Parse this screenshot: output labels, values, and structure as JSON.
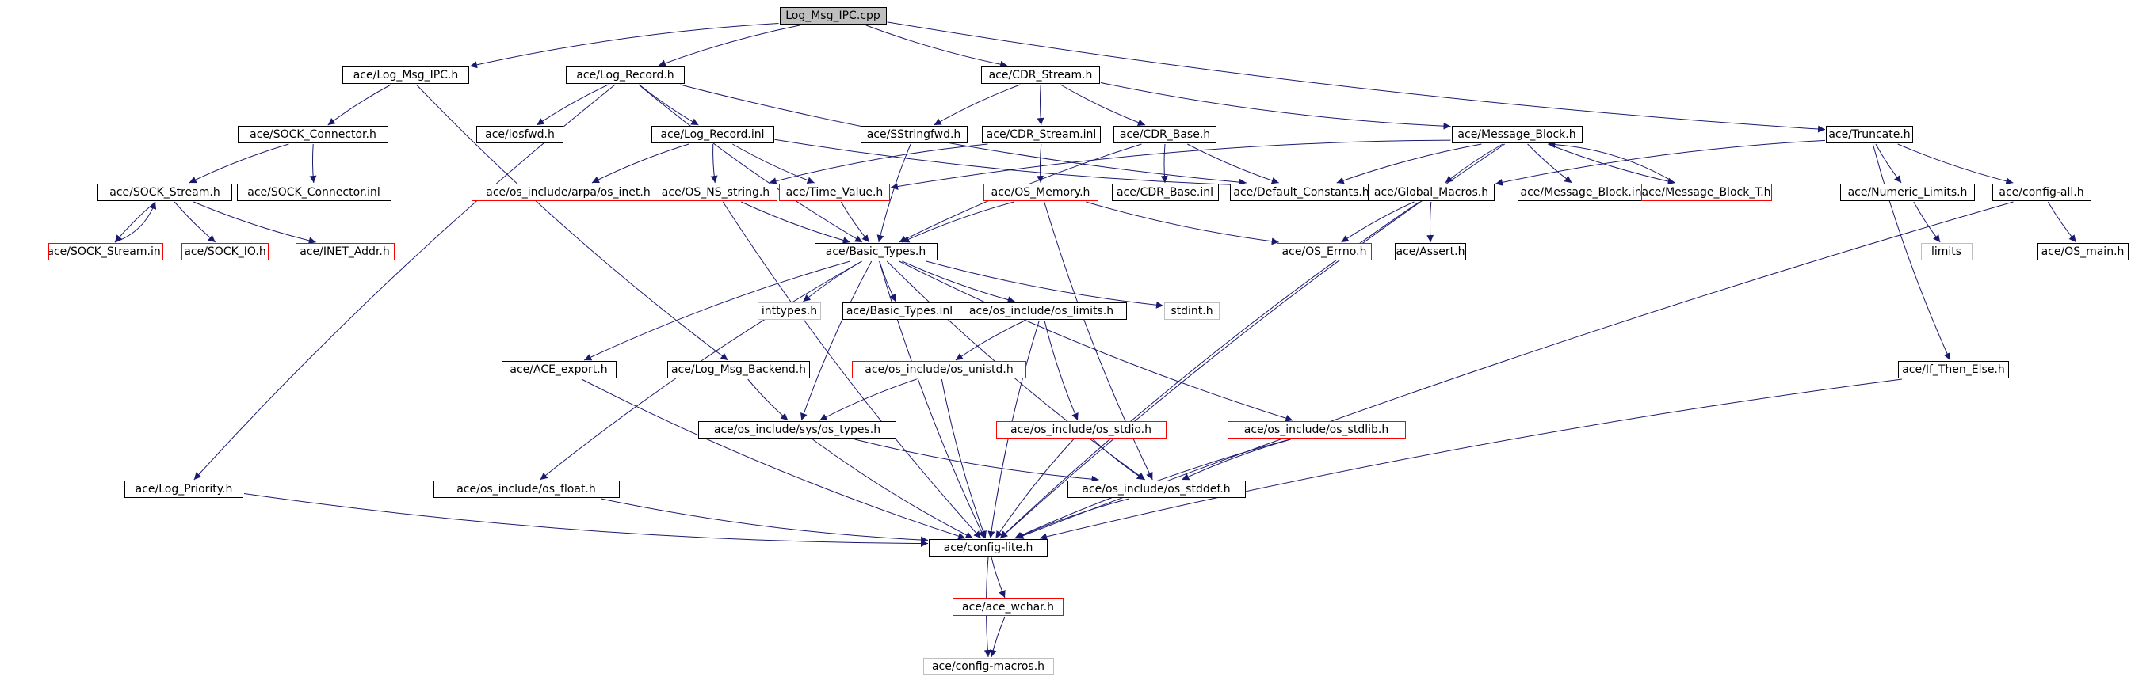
{
  "colors": {
    "edge": "#191970",
    "border_normal": "#000000",
    "border_incomplete": "#ff0000",
    "border_system": "#bfbfbf",
    "root_fill": "#bfbfbf"
  },
  "nodes": [
    {
      "id": "root",
      "label": "Log_Msg_IPC.cpp",
      "style": "root"
    },
    {
      "id": "log_msg_ipc_h",
      "label": "ace/Log_Msg_IPC.h",
      "style": "normal"
    },
    {
      "id": "log_record_h",
      "label": "ace/Log_Record.h",
      "style": "normal"
    },
    {
      "id": "cdr_stream_h",
      "label": "ace/CDR_Stream.h",
      "style": "normal"
    },
    {
      "id": "truncate_h",
      "label": "ace/Truncate.h",
      "style": "normal"
    },
    {
      "id": "sock_connector_h",
      "label": "ace/SOCK_Connector.h",
      "style": "normal"
    },
    {
      "id": "iosfwd_h",
      "label": "ace/iosfwd.h",
      "style": "normal"
    },
    {
      "id": "log_record_inl",
      "label": "ace/Log_Record.inl",
      "style": "normal"
    },
    {
      "id": "sstringfwd_h",
      "label": "ace/SStringfwd.h",
      "style": "normal"
    },
    {
      "id": "cdr_stream_inl",
      "label": "ace/CDR_Stream.inl",
      "style": "normal"
    },
    {
      "id": "cdr_base_h",
      "label": "ace/CDR_Base.h",
      "style": "normal"
    },
    {
      "id": "message_block_h",
      "label": "ace/Message_Block.h",
      "style": "normal"
    },
    {
      "id": "sock_stream_h",
      "label": "ace/SOCK_Stream.h",
      "style": "normal"
    },
    {
      "id": "sock_connector_inl",
      "label": "ace/SOCK_Connector.inl",
      "style": "normal"
    },
    {
      "id": "os_inet_h",
      "label": "ace/os_include/arpa/os_inet.h",
      "style": "incomplete"
    },
    {
      "id": "os_ns_string_h",
      "label": "ace/OS_NS_string.h",
      "style": "incomplete"
    },
    {
      "id": "time_value_h",
      "label": "ace/Time_Value.h",
      "style": "incomplete"
    },
    {
      "id": "os_memory_h",
      "label": "ace/OS_Memory.h",
      "style": "incomplete"
    },
    {
      "id": "cdr_base_inl",
      "label": "ace/CDR_Base.inl",
      "style": "normal"
    },
    {
      "id": "default_constants_h",
      "label": "ace/Default_Constants.h",
      "style": "normal"
    },
    {
      "id": "global_macros_h",
      "label": "ace/Global_Macros.h",
      "style": "normal"
    },
    {
      "id": "message_block_inl",
      "label": "ace/Message_Block.inl",
      "style": "normal"
    },
    {
      "id": "message_block_t_h",
      "label": "ace/Message_Block_T.h",
      "style": "incomplete"
    },
    {
      "id": "numeric_limits_h",
      "label": "ace/Numeric_Limits.h",
      "style": "normal"
    },
    {
      "id": "config_all_h",
      "label": "ace/config-all.h",
      "style": "normal"
    },
    {
      "id": "sock_stream_inl",
      "label": "ace/SOCK_Stream.inl",
      "style": "incomplete"
    },
    {
      "id": "sock_io_h",
      "label": "ace/SOCK_IO.h",
      "style": "incomplete"
    },
    {
      "id": "inet_addr_h",
      "label": "ace/INET_Addr.h",
      "style": "incomplete"
    },
    {
      "id": "basic_types_h",
      "label": "ace/Basic_Types.h",
      "style": "normal"
    },
    {
      "id": "os_errno_h",
      "label": "ace/OS_Errno.h",
      "style": "incomplete"
    },
    {
      "id": "assert_h",
      "label": "ace/Assert.h",
      "style": "normal"
    },
    {
      "id": "limits",
      "label": "limits",
      "style": "system"
    },
    {
      "id": "os_main_h",
      "label": "ace/OS_main.h",
      "style": "normal"
    },
    {
      "id": "inttypes_h",
      "label": "inttypes.h",
      "style": "system"
    },
    {
      "id": "basic_types_inl",
      "label": "ace/Basic_Types.inl",
      "style": "normal"
    },
    {
      "id": "os_limits_h",
      "label": "ace/os_include/os_limits.h",
      "style": "normal"
    },
    {
      "id": "stdint_h",
      "label": "stdint.h",
      "style": "system"
    },
    {
      "id": "ace_export_h",
      "label": "ace/ACE_export.h",
      "style": "normal"
    },
    {
      "id": "log_msg_backend_h",
      "label": "ace/Log_Msg_Backend.h",
      "style": "normal"
    },
    {
      "id": "os_unistd_h",
      "label": "ace/os_include/os_unistd.h",
      "style": "incomplete"
    },
    {
      "id": "if_then_else_h",
      "label": "ace/If_Then_Else.h",
      "style": "normal"
    },
    {
      "id": "os_types_h",
      "label": "ace/os_include/sys/os_types.h",
      "style": "normal"
    },
    {
      "id": "os_stdio_h",
      "label": "ace/os_include/os_stdio.h",
      "style": "incomplete"
    },
    {
      "id": "os_stdlib_h",
      "label": "ace/os_include/os_stdlib.h",
      "style": "incomplete"
    },
    {
      "id": "log_priority_h",
      "label": "ace/Log_Priority.h",
      "style": "normal"
    },
    {
      "id": "os_float_h",
      "label": "ace/os_include/os_float.h",
      "style": "normal"
    },
    {
      "id": "os_stddef_h",
      "label": "ace/os_include/os_stddef.h",
      "style": "normal"
    },
    {
      "id": "config_lite_h",
      "label": "ace/config-lite.h",
      "style": "normal"
    },
    {
      "id": "ace_wchar_h",
      "label": "ace/ace_wchar.h",
      "style": "incomplete"
    },
    {
      "id": "config_macros_h",
      "label": "ace/config-macros.h",
      "style": "system"
    }
  ],
  "edges": [
    [
      "root",
      "log_msg_ipc_h"
    ],
    [
      "root",
      "log_record_h"
    ],
    [
      "root",
      "cdr_stream_h"
    ],
    [
      "root",
      "truncate_h"
    ],
    [
      "log_msg_ipc_h",
      "sock_connector_h"
    ],
    [
      "log_msg_ipc_h",
      "log_msg_backend_h"
    ],
    [
      "log_record_h",
      "log_priority_h"
    ],
    [
      "log_record_h",
      "iosfwd_h"
    ],
    [
      "log_record_h",
      "log_record_inl"
    ],
    [
      "log_record_h",
      "basic_types_h"
    ],
    [
      "log_record_h",
      "default_constants_h"
    ],
    [
      "cdr_stream_h",
      "sstringfwd_h"
    ],
    [
      "cdr_stream_h",
      "cdr_stream_inl"
    ],
    [
      "cdr_stream_h",
      "cdr_base_h"
    ],
    [
      "cdr_stream_h",
      "message_block_h"
    ],
    [
      "truncate_h",
      "global_macros_h"
    ],
    [
      "truncate_h",
      "numeric_limits_h"
    ],
    [
      "truncate_h",
      "config_all_h"
    ],
    [
      "truncate_h",
      "if_then_else_h"
    ],
    [
      "sock_connector_h",
      "sock_stream_h"
    ],
    [
      "sock_connector_h",
      "sock_connector_inl"
    ],
    [
      "sock_stream_h",
      "sock_stream_inl"
    ],
    [
      "sock_stream_h",
      "sock_io_h"
    ],
    [
      "sock_stream_h",
      "inet_addr_h"
    ],
    [
      "sock_stream_inl",
      "sock_stream_h"
    ],
    [
      "log_record_inl",
      "os_inet_h"
    ],
    [
      "log_record_inl",
      "os_ns_string_h"
    ],
    [
      "log_record_inl",
      "time_value_h"
    ],
    [
      "log_record_inl",
      "global_macros_h"
    ],
    [
      "sstringfwd_h",
      "basic_types_h"
    ],
    [
      "cdr_stream_inl",
      "os_memory_h"
    ],
    [
      "cdr_stream_inl",
      "os_ns_string_h"
    ],
    [
      "cdr_base_h",
      "basic_types_h"
    ],
    [
      "cdr_base_h",
      "cdr_base_inl"
    ],
    [
      "cdr_base_h",
      "default_constants_h"
    ],
    [
      "message_block_h",
      "time_value_h"
    ],
    [
      "message_block_h",
      "default_constants_h"
    ],
    [
      "message_block_h",
      "global_macros_h"
    ],
    [
      "message_block_h",
      "message_block_inl"
    ],
    [
      "message_block_h",
      "message_block_t_h"
    ],
    [
      "message_block_h",
      "config_lite_h"
    ],
    [
      "message_block_t_h",
      "message_block_h"
    ],
    [
      "os_ns_string_h",
      "basic_types_h"
    ],
    [
      "os_ns_string_h",
      "config_lite_h"
    ],
    [
      "time_value_h",
      "basic_types_h"
    ],
    [
      "os_memory_h",
      "basic_types_h"
    ],
    [
      "os_memory_h",
      "os_errno_h"
    ],
    [
      "os_memory_h",
      "os_stddef_h"
    ],
    [
      "global_macros_h",
      "os_errno_h"
    ],
    [
      "global_macros_h",
      "assert_h"
    ],
    [
      "global_macros_h",
      "config_lite_h"
    ],
    [
      "numeric_limits_h",
      "limits"
    ],
    [
      "config_all_h",
      "os_main_h"
    ],
    [
      "config_all_h",
      "config_lite_h"
    ],
    [
      "basic_types_h",
      "inttypes_h"
    ],
    [
      "basic_types_h",
      "basic_types_inl"
    ],
    [
      "basic_types_h",
      "os_limits_h"
    ],
    [
      "basic_types_h",
      "stdint_h"
    ],
    [
      "basic_types_h",
      "ace_export_h"
    ],
    [
      "basic_types_h",
      "os_types_h"
    ],
    [
      "basic_types_h",
      "os_float_h"
    ],
    [
      "basic_types_h",
      "os_stddef_h"
    ],
    [
      "basic_types_h",
      "os_stdlib_h"
    ],
    [
      "basic_types_h",
      "config_lite_h"
    ],
    [
      "os_limits_h",
      "os_unistd_h"
    ],
    [
      "os_limits_h",
      "os_stdio_h"
    ],
    [
      "os_limits_h",
      "config_lite_h"
    ],
    [
      "ace_export_h",
      "config_lite_h"
    ],
    [
      "log_msg_backend_h",
      "os_types_h"
    ],
    [
      "os_unistd_h",
      "os_types_h"
    ],
    [
      "os_unistd_h",
      "config_lite_h"
    ],
    [
      "if_then_else_h",
      "config_lite_h"
    ],
    [
      "os_types_h",
      "os_stddef_h"
    ],
    [
      "os_types_h",
      "config_lite_h"
    ],
    [
      "os_stdio_h",
      "os_stddef_h"
    ],
    [
      "os_stdio_h",
      "config_lite_h"
    ],
    [
      "os_stdlib_h",
      "os_stddef_h"
    ],
    [
      "os_stdlib_h",
      "config_lite_h"
    ],
    [
      "log_priority_h",
      "config_lite_h"
    ],
    [
      "os_float_h",
      "config_lite_h"
    ],
    [
      "os_stddef_h",
      "config_lite_h"
    ],
    [
      "config_lite_h",
      "ace_wchar_h"
    ],
    [
      "config_lite_h",
      "config_macros_h"
    ],
    [
      "ace_wchar_h",
      "config_macros_h"
    ]
  ]
}
